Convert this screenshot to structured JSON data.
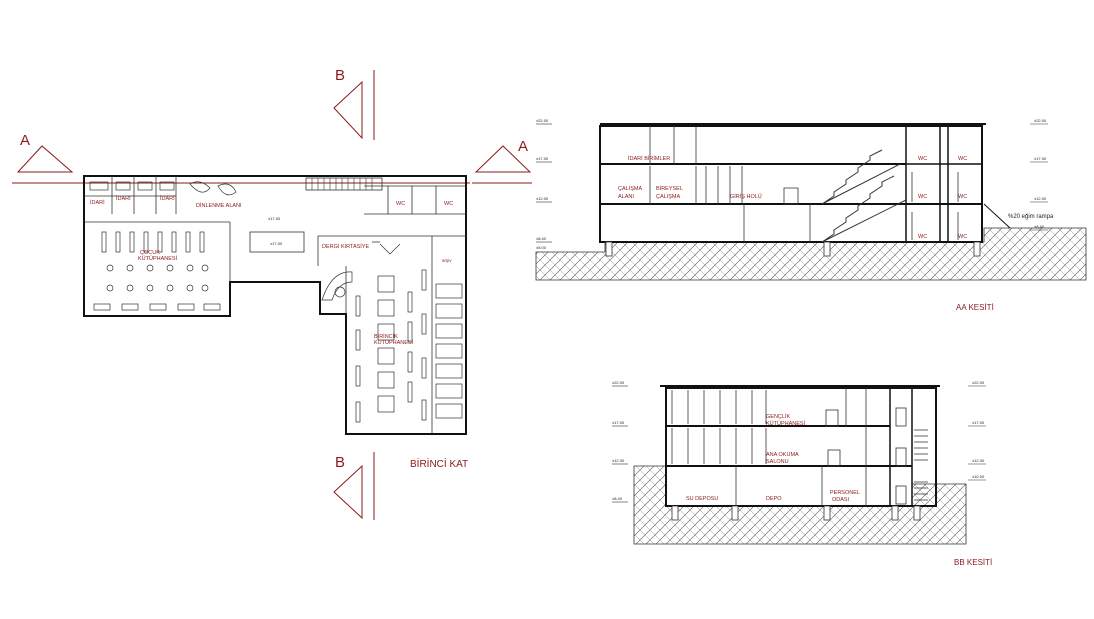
{
  "colors": {
    "label": "#8b1a1a",
    "line": "#111111",
    "background": "#ffffff"
  },
  "plan": {
    "title": "BİRİNCİ KAT",
    "section_markers": {
      "a_left": "A",
      "a_right": "A",
      "b_top": "B",
      "b_bottom": "B"
    },
    "rooms": {
      "idari1": "İDARİ",
      "idari2": "İDARİ",
      "idari3": "İDARİ",
      "dinlenme": "DİNLENME ALANI",
      "cocuk_line1": "ÇOCUK",
      "cocuk_line2": "KÜTÜPHANESİ",
      "dergi": "DERGİ KIRTASİYE",
      "wc1": "WC",
      "wc2": "WC",
      "arsiv": "arşiv",
      "kitap_line1": "BİRİNCİK",
      "kitap_line2": "KÜTÜPHANESİ"
    },
    "levels": {
      "upper": "±17.00",
      "lower": "±17.00"
    }
  },
  "section_aa": {
    "title": "AA KESİTİ",
    "labels": {
      "idari_birimler": "İDARİ BİRİMLER",
      "calisma_line1": "ÇALIŞMA",
      "calisma_line2": "ALANI",
      "bireysel_line1": "BİREYSEL",
      "bireysel_line2": "ÇALIŞMA",
      "giris_holu": "GİRİŞ HOLÜ",
      "wc_top_1": "WC",
      "wc_top_2": "WC",
      "wc_mid_1": "WC",
      "wc_mid_2": "WC",
      "wc_bot_1": "WC",
      "wc_bot_2": "WC",
      "rampa": "%20 eğim rampa"
    },
    "levels_left": [
      "±22.00",
      "±17.00",
      "±12.00",
      "±8.40",
      "±5.00"
    ],
    "levels_right": [
      "±22.00",
      "±17.00",
      "±12.00",
      "±8.40"
    ]
  },
  "section_bb": {
    "title": "BB KESİTİ",
    "labels": {
      "genclik_line1": "GENÇLİK",
      "genclik_line2": "KÜTÜPHANESİ",
      "anaokuma_line1": "ANA OKUMA",
      "anaokuma_line2": "SALONU",
      "su_deposu": "SU DEPOSU",
      "depo": "DEPO",
      "personel_line1": "PERSONEL",
      "personel_line2": "ODASI"
    },
    "levels_left": [
      "±22.00",
      "±17.00",
      "±12.00",
      "±8.40"
    ],
    "levels_right": [
      "±22.00",
      "±17.00",
      "±12.00",
      "±10.00"
    ]
  }
}
